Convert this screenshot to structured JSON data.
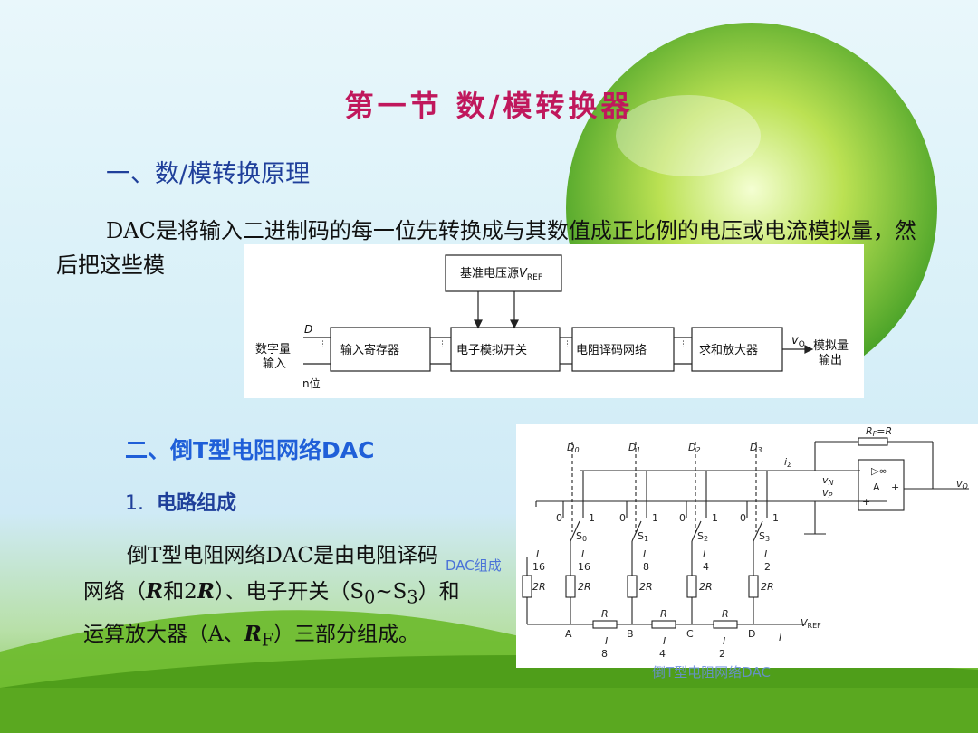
{
  "slide": {
    "title": "第一节  数/模转换器",
    "section1_heading": "一、数/模转换原理",
    "section1_paragraph": "DAC是将输入二进制码的每一位先转换成与其数值成正比例的电压或电流模拟量，然后把这些模",
    "section2_heading": "二、倒T型电阻网络DAC",
    "sub_number": "1.",
    "sub_heading": "电路组成",
    "para2": {
      "line1": "倒T型电阻网络DAC是由电阻译码",
      "line2_a": "网络（",
      "line2_r": "R",
      "line2_b": "和2",
      "line2_r2": "R",
      "line2_c": "）、电子开关（S",
      "line2_s0": "0",
      "line2_d": "~S",
      "line2_s3": "3",
      "line2_e": "）和",
      "line3_a": "运算放大器（A、",
      "line3_rf": "R",
      "line3_f": "F",
      "line3_b": "）三部分组成。"
    },
    "overlay_label_1": "DAC组成",
    "overlay_label_2": "倒T型电阻网络DAC"
  },
  "block_diagram": {
    "ref_source": "基准电压源",
    "ref_symbol": "V",
    "ref_sub": "REF",
    "input_label_1": "数字量",
    "input_label_2": "输入",
    "d_label": "D",
    "n_label": "n位",
    "blocks": [
      "输入寄存器",
      "电子模拟开关",
      "电阻译码网络",
      "求和放大器"
    ],
    "out_symbol": "v",
    "out_sub": "O",
    "output_label_1": "模拟量",
    "output_label_2": "输出"
  },
  "circuit": {
    "rf_label": "R",
    "rf_sub": "F",
    "rf_eq": "=R",
    "d_inputs": [
      "D",
      "D",
      "D",
      "D"
    ],
    "d_subs": [
      "0",
      "1",
      "2",
      "3"
    ],
    "switches": [
      "S",
      "S",
      "S",
      "S"
    ],
    "switch_subs": [
      "0",
      "1",
      "2",
      "3"
    ],
    "switch_pos": [
      "0",
      "1",
      "0",
      "1",
      "0",
      "1",
      "0",
      "1"
    ],
    "branch_currents": [
      "I",
      "I",
      "I",
      "I"
    ],
    "branch_dens": [
      "16",
      "16",
      "8",
      "4",
      "2"
    ],
    "r2_labels": [
      "2R",
      "2R",
      "2R",
      "2R",
      "2R"
    ],
    "series_r": [
      "R",
      "R",
      "R"
    ],
    "nodes": [
      "A",
      "B",
      "C",
      "D"
    ],
    "node_currents": [
      "I",
      "I",
      "I"
    ],
    "node_dens": [
      "8",
      "4",
      "2"
    ],
    "i_total": "I",
    "isum": "i",
    "isum_sub": "Σ",
    "vn": "v",
    "vn_sub": "N",
    "vp": "v",
    "vp_sub": "P",
    "amp_sign_minus": "−",
    "amp_tri": "▷∞",
    "amp_A": "A",
    "amp_plus_out": "+",
    "amp_plus_in": "+",
    "vo": "v",
    "vo_sub": "O",
    "vref": "V",
    "vref_sub": "REF"
  }
}
